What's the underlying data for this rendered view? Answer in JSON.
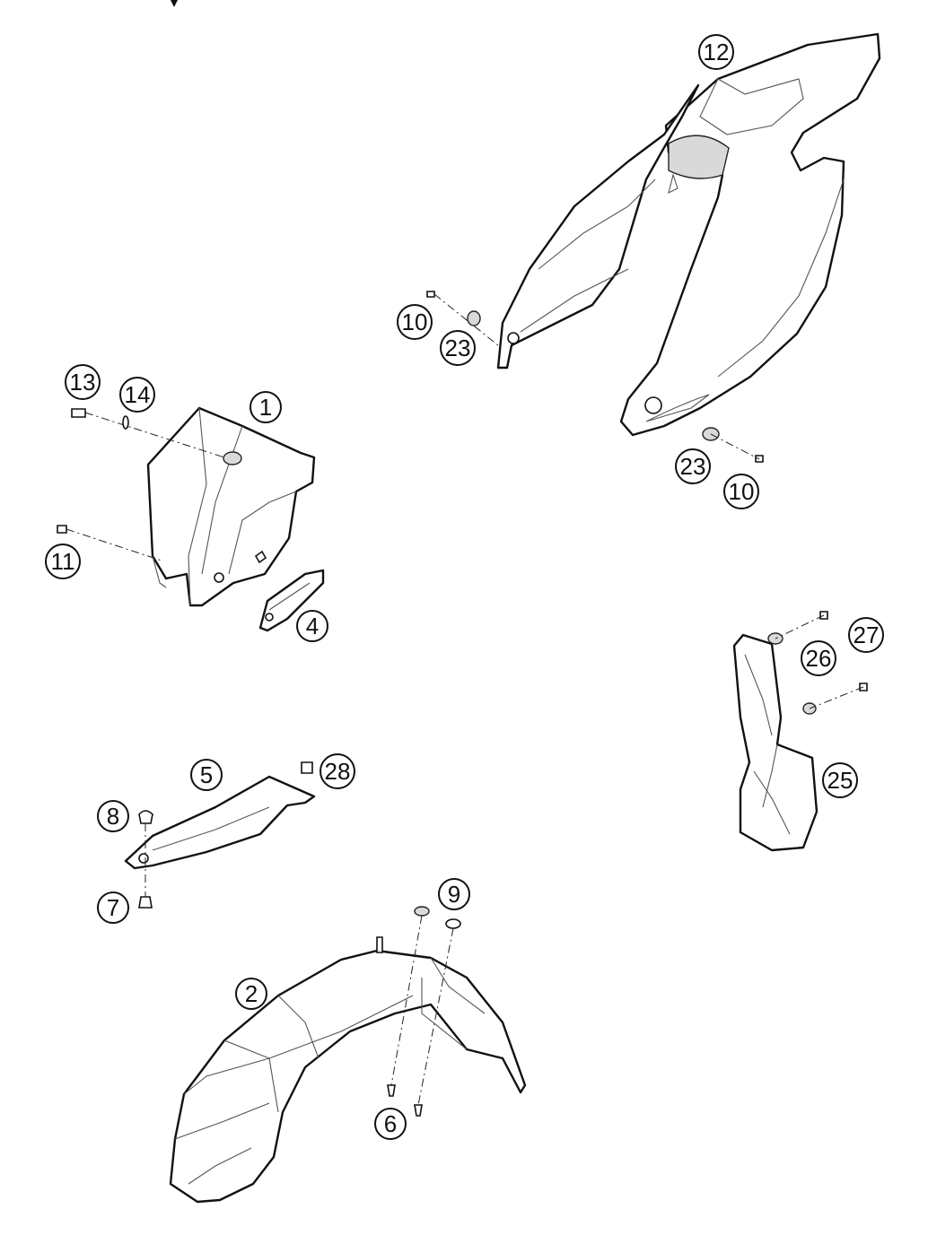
{
  "callouts": {
    "c1": "1",
    "c2": "2",
    "c4": "4",
    "c5": "5",
    "c6": "6",
    "c7": "7",
    "c8": "8",
    "c9": "9",
    "c10a": "10",
    "c10b": "10",
    "c11": "11",
    "c12": "12",
    "c13": "13",
    "c14": "14",
    "c23a": "23",
    "c23b": "23",
    "c25": "25",
    "c26": "26",
    "c27": "27",
    "c28": "28"
  }
}
